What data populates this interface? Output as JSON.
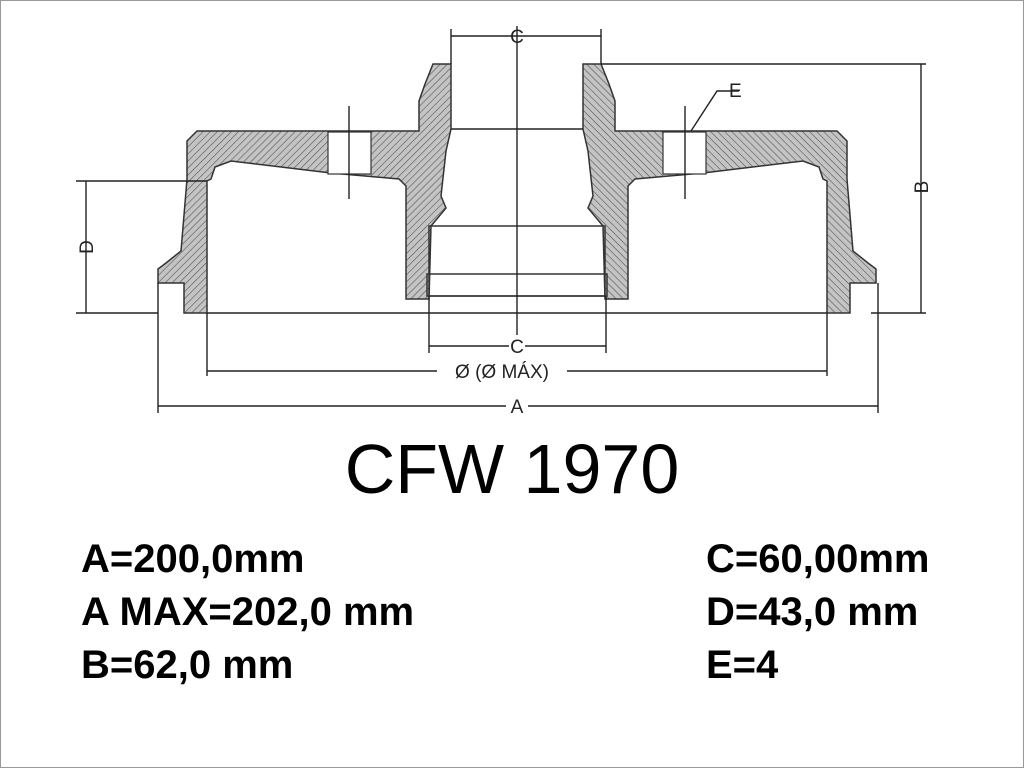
{
  "diagram": {
    "labels": {
      "c_top": "C",
      "c_bottom": "C",
      "b": "B",
      "d": "D",
      "e": "E",
      "diameter": "Ø (Ø MÁX)",
      "a": "A"
    }
  },
  "title": "CFW 1970",
  "specs": {
    "left": [
      "A=200,0mm",
      "A MAX=202,0 mm",
      "B=62,0 mm"
    ],
    "right": [
      "C=60,00mm",
      "D=43,0 mm",
      "E=4"
    ]
  },
  "colors": {
    "hatch_fill": "#b8b8b8",
    "line": "#222222"
  }
}
